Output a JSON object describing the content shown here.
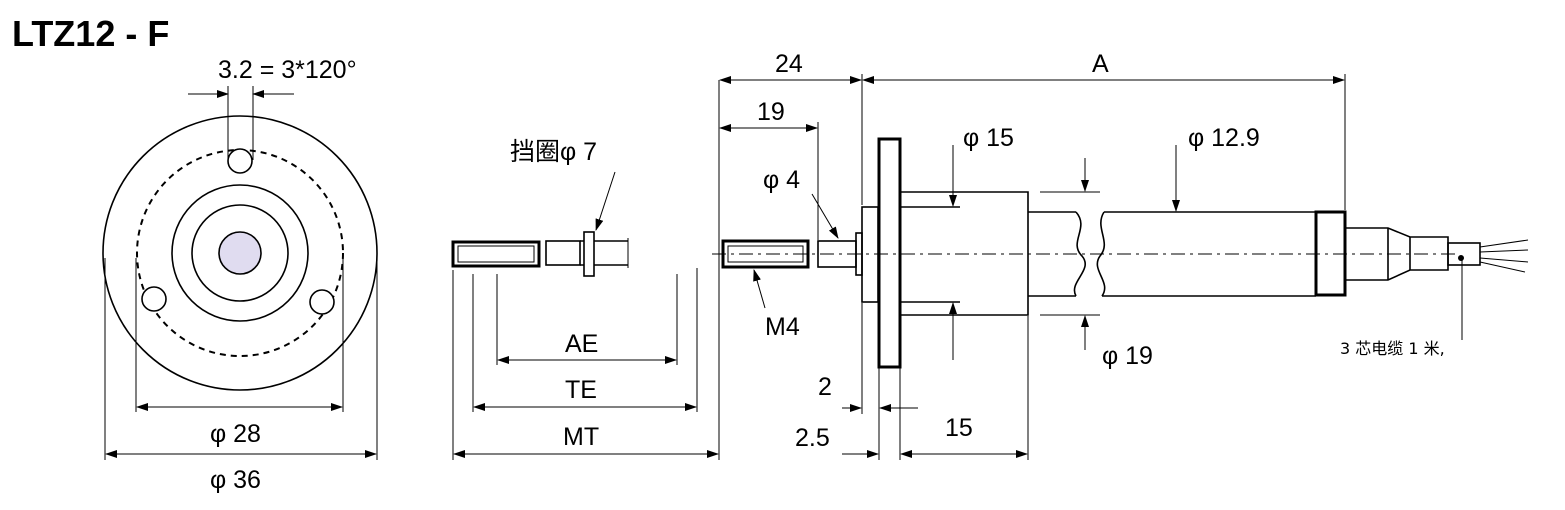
{
  "title": "LTZ12 - F",
  "front_view": {
    "hole_note": "3.2 = 3*120°",
    "dia_inner": "φ 28",
    "dia_outer": "φ 36",
    "center_fill": "#e0dcf0"
  },
  "probe_detail": {
    "ring_note": "挡圈φ 7",
    "ae": "AE",
    "te": "TE",
    "mt": "MT"
  },
  "side_view": {
    "dim_24": "24",
    "dim_a": "A",
    "dim_19": "19",
    "phi4": "φ 4",
    "phi15": "φ 15",
    "phi12_9": "φ 12.9",
    "phi19": "φ 19",
    "m4": "M4",
    "dim_2": "2",
    "dim_2_5": "2.5",
    "dim_15": "15",
    "cable_note": "3 芯电缆 1 米,"
  }
}
